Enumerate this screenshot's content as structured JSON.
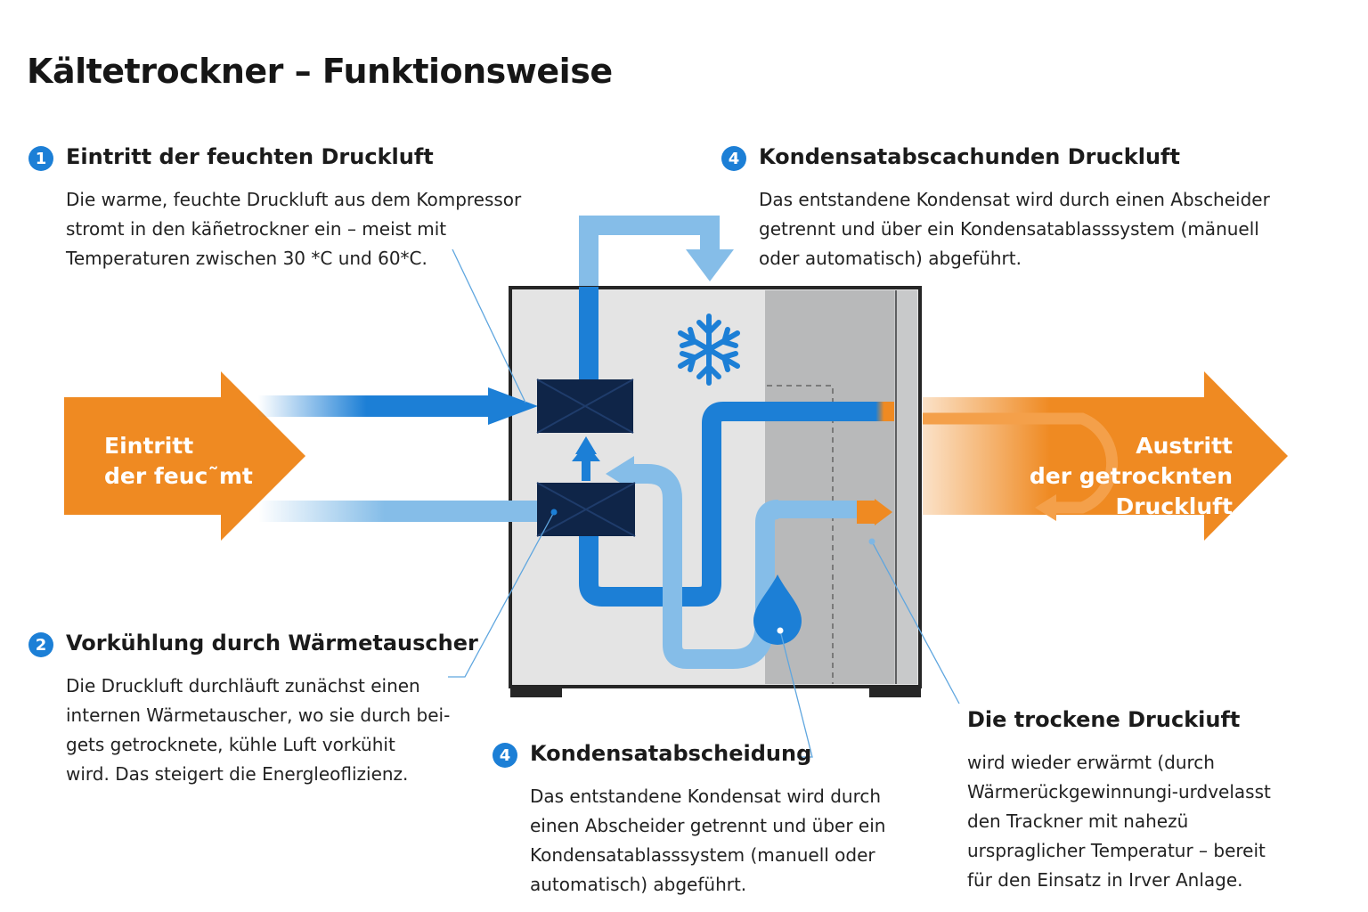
{
  "title": "Kältetrockner – Funktionsweise",
  "sections": {
    "entry": {
      "number": "1",
      "heading": "Eintritt der feuchten Druckluft",
      "body": "Die warme, feuchte Druckluft aus dem Kompressor\nstromt in den käñetrockner ein – meist mit\nTemperaturen zwischen 30 *C und 60*C."
    },
    "precool": {
      "number": "2",
      "heading": "Vorkühlung durch Wärmetauscher",
      "body": "Die Druckluft durchläuft zunächst einen\ninternen Wärmetauscher, wo sie durch bei-\ngets getrocknete, kühle Luft vorkühit\nwird. Das steigert die Energleoflizienz."
    },
    "condensate_top": {
      "number": "4",
      "heading": "Kondensatabscachunden Druckluft",
      "body": "Das entstandene Kondensat wird durch einen Abscheider\ngetrennt und über ein Kondensatablasssystem (mänuell\noder automatisch) abgeführt."
    },
    "condensate_bottom": {
      "number": "4",
      "heading": "Kondensatabscheidung",
      "body": "Das entstandene Kondensat wird durch\neinen Abscheider getrennt und über ein\nKondensatablasssystem (manuell oder\nautomatisch) abgeführt."
    },
    "dry": {
      "heading": "Die trockene Druckiuft",
      "body": "wird wieder erwärmt (durch\nWärmerückgewinnungi-urdvelasst\nden Trackner mit nahezü urspraglicher Temperatur – bereit für den\nEinsatz in Irver Anlage."
    }
  },
  "arrows": {
    "inlet_label": "Eintritt\nder feuc˜mt",
    "outlet_label": "Austritt\nder getrocknten\nDruckluft"
  },
  "colors": {
    "orange": "#ef8a22",
    "blue": "#1c7fd6",
    "light_blue": "#85bde8",
    "navy": "#0f2548",
    "chamber": "#e4e4e4",
    "condenser": "#b8b9ba"
  },
  "icons": [
    "snowflake-icon",
    "water-drop-icon"
  ]
}
